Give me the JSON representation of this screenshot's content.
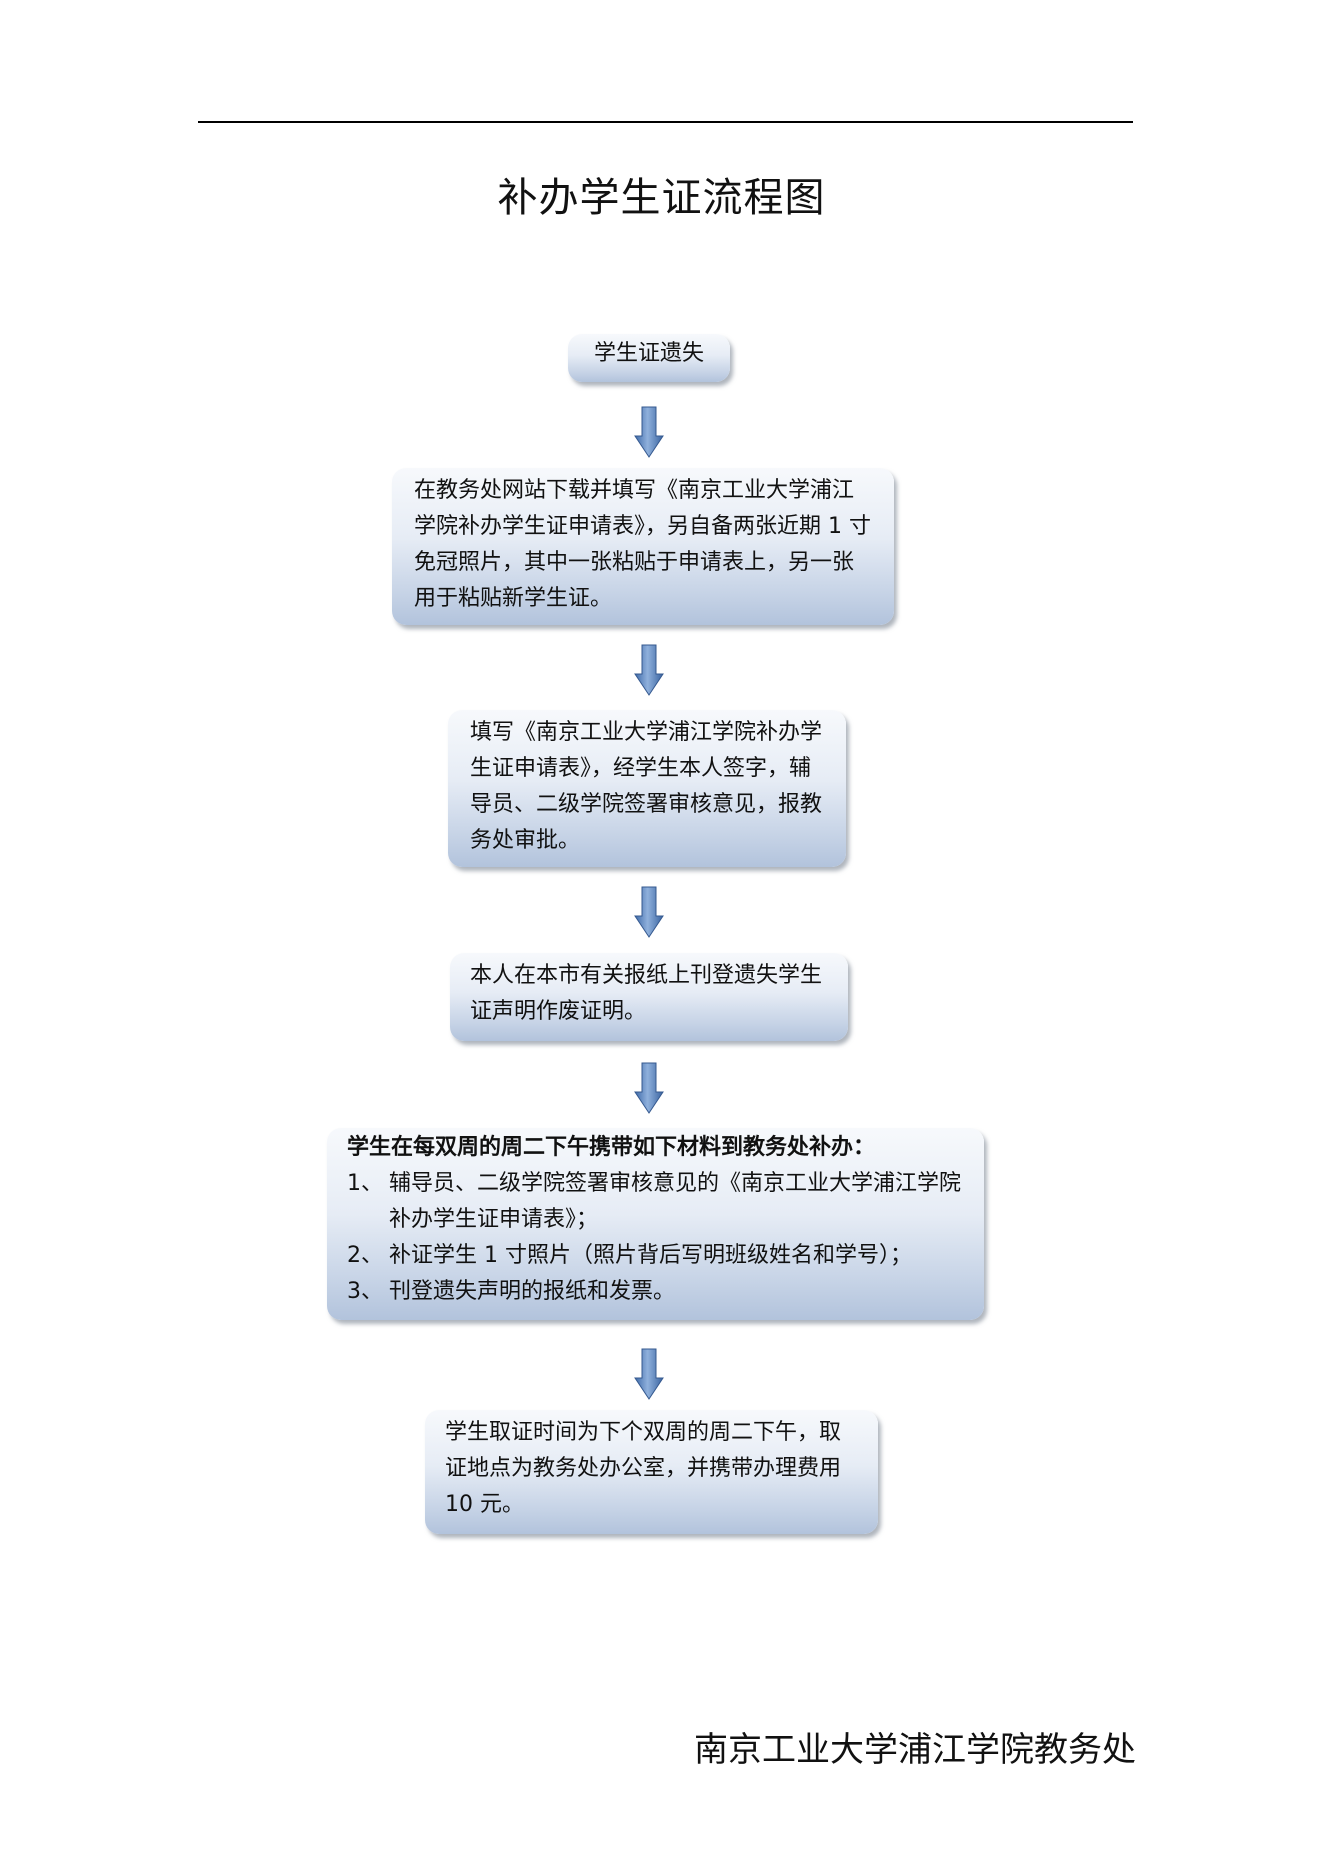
{
  "title": "补办学生证流程图",
  "steps": [
    {
      "text": "学生证遗失"
    },
    {
      "text": "在教务处网站下载并填写《南京工业大学浦江学院补办学生证申请表》，另自备两张近期 1 寸免冠照片，其中一张粘贴于申请表上，另一张用于粘贴新学生证。"
    },
    {
      "text": "填写《南京工业大学浦江学院补办学生证申请表》，经学生本人签字，辅导员、二级学院签署审核意见，报教务处审批。"
    },
    {
      "text": "本人在本市有关报纸上刊登遗失学生证声明作废证明。"
    },
    {
      "heading": "学生在每双周的周二下午携带如下材料到教务处补办：",
      "items": [
        {
          "num": "1、",
          "text": "辅导员、二级学院签署审核意见的《南京工业大学浦江学院补办学生证申请表》；"
        },
        {
          "num": "2、",
          "text": "补证学生 1 寸照片（照片背后写明班级姓名和学号）；"
        },
        {
          "num": "3、",
          "text": "刊登遗失声明的报纸和发票。"
        }
      ]
    },
    {
      "text": "学生取证时间为下个双周的周二下午，取证地点为教务处办公室，并携带办理费用 10 元。"
    }
  ],
  "footer": "南京工业大学浦江学院教务处"
}
